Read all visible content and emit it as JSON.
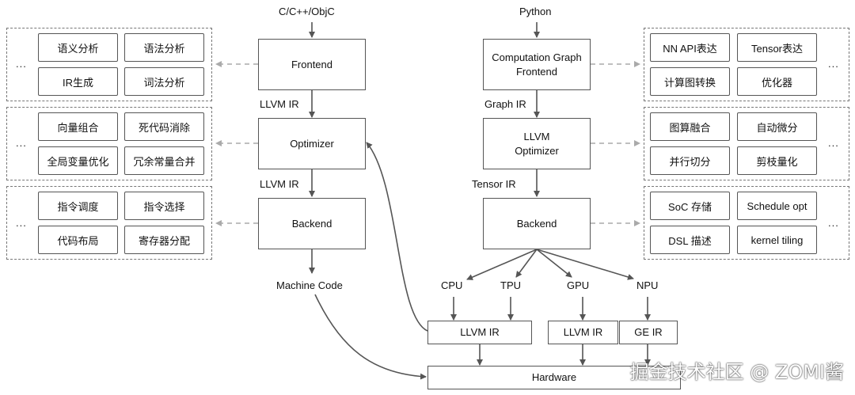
{
  "left": {
    "input": "C/C++/ObjC",
    "frontend": "Frontend",
    "ir1": "LLVM IR",
    "optimizer": "Optimizer",
    "ir2": "LLVM IR",
    "backend": "Backend",
    "output": "Machine Code",
    "groups": [
      {
        "chips": [
          "语义分析",
          "语法分析",
          "IR生成",
          "词法分析"
        ],
        "ellipsis": "..."
      },
      {
        "chips": [
          "向量组合",
          "死代码消除",
          "全局变量优化",
          "冗余常量合并"
        ],
        "ellipsis": "..."
      },
      {
        "chips": [
          "指令调度",
          "指令选择",
          "代码布局",
          "寄存器分配"
        ],
        "ellipsis": "..."
      }
    ]
  },
  "right": {
    "input": "Python",
    "frontend_line1": "Computation Graph",
    "frontend_line2": "Frontend",
    "ir1": "Graph IR",
    "optimizer_line1": "LLVM",
    "optimizer_line2": "Optimizer",
    "ir2": "Tensor IR",
    "backend": "Backend",
    "groups": [
      {
        "chips": [
          "NN API表达",
          "Tensor表达",
          "计算图转换",
          "优化器"
        ],
        "ellipsis": "..."
      },
      {
        "chips": [
          "图算融合",
          "自动微分",
          "并行切分",
          "剪枝量化"
        ],
        "ellipsis": "..."
      },
      {
        "chips": [
          "SoC 存储",
          "Schedule opt",
          "DSL 描述",
          "kernel tiling"
        ],
        "ellipsis": "..."
      }
    ]
  },
  "targets": [
    "CPU",
    "TPU",
    "GPU",
    "NPU"
  ],
  "irs": [
    "LLVM IR",
    "LLVM IR",
    "GE IR"
  ],
  "hardware": "Hardware",
  "watermark": "掘金技术社区 @ ZOMI酱"
}
